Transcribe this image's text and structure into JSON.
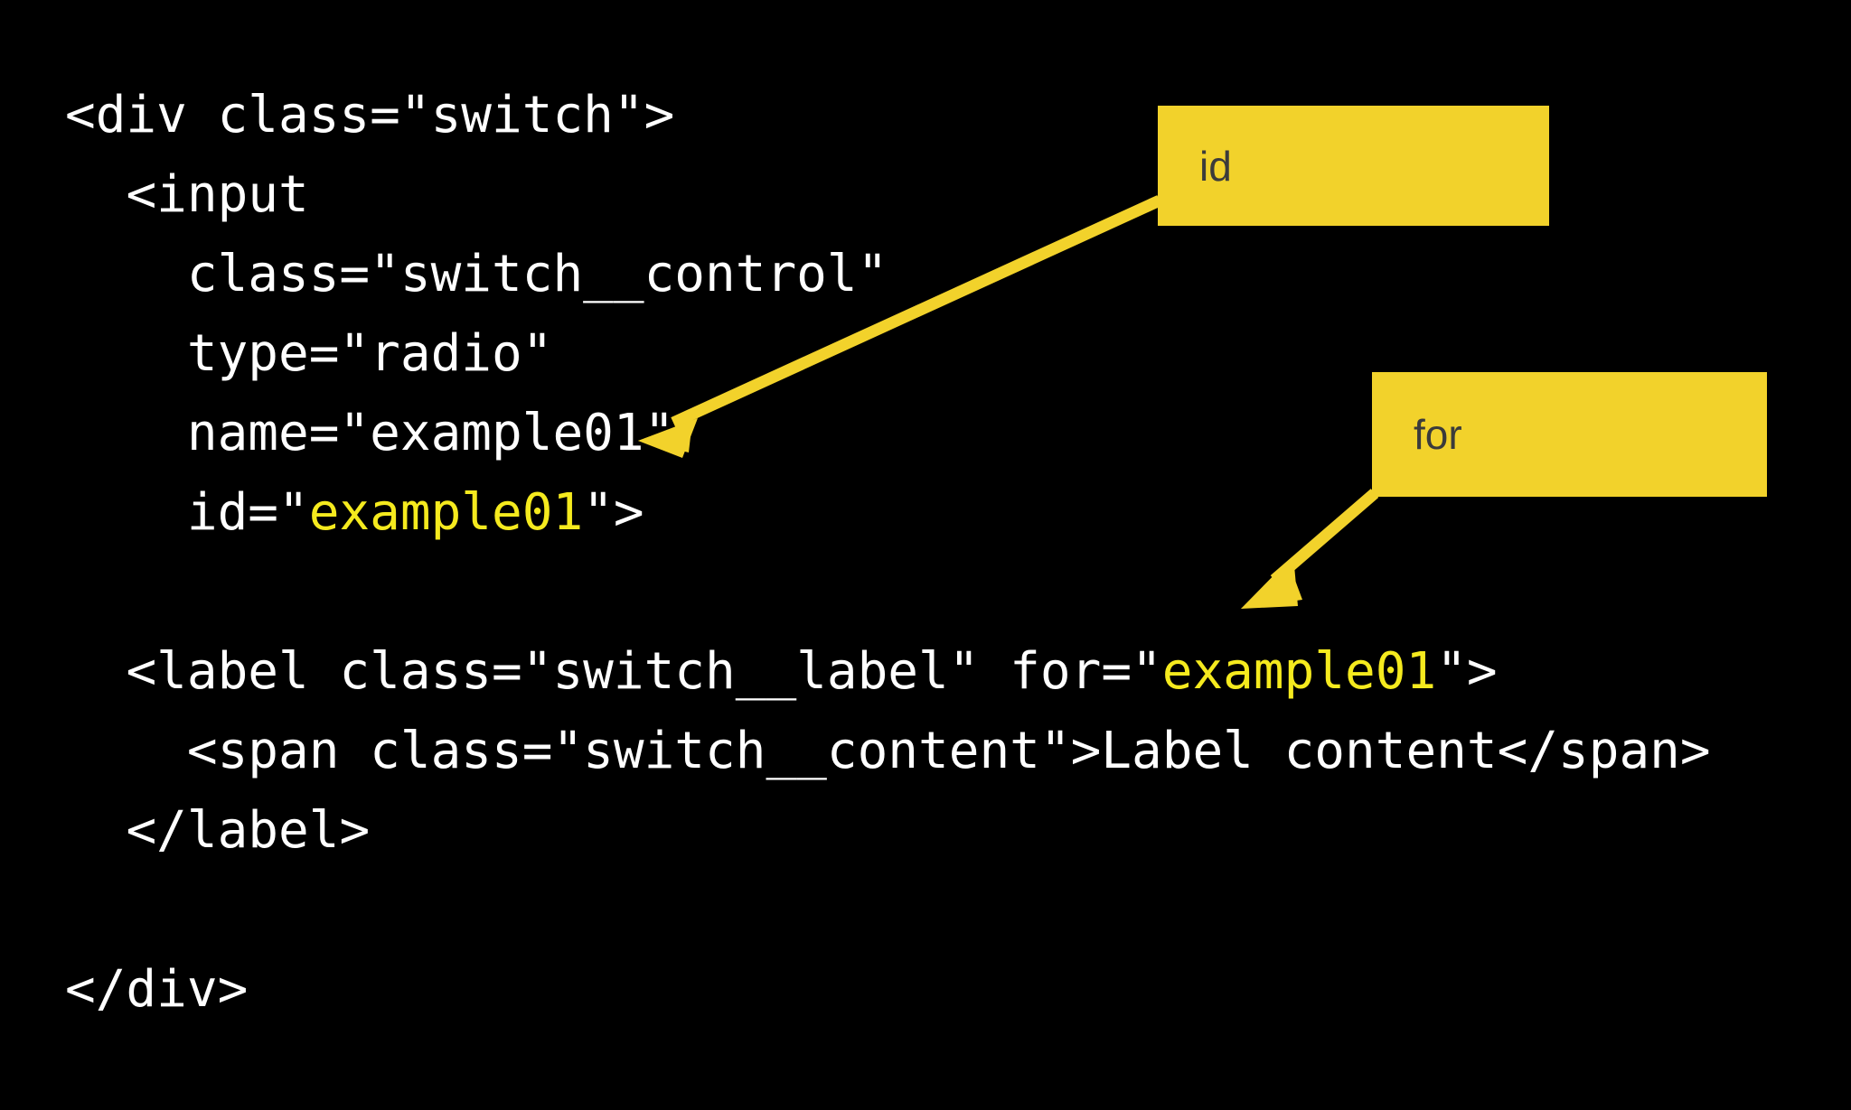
{
  "slide": {
    "background_color": "#000000",
    "code_text_color": "#FFFFFF",
    "highlight_text_color": "#F5EA1E",
    "callout_background_color": "#F2D22B",
    "callout_text_color": "#3B3B3B",
    "arrow_color": "#F2D22B"
  },
  "code": {
    "language": "html",
    "lines": [
      {
        "indent": "",
        "segments": [
          {
            "text": "<div class=\"switch\">",
            "highlight": false
          }
        ]
      },
      {
        "indent": "  ",
        "segments": [
          {
            "text": "<input",
            "highlight": false
          }
        ]
      },
      {
        "indent": "    ",
        "segments": [
          {
            "text": "class=\"switch__control\"",
            "highlight": false
          }
        ]
      },
      {
        "indent": "    ",
        "segments": [
          {
            "text": "type=\"radio\"",
            "highlight": false
          }
        ]
      },
      {
        "indent": "    ",
        "segments": [
          {
            "text": "name=\"example01\"",
            "highlight": false
          }
        ]
      },
      {
        "indent": "    ",
        "segments": [
          {
            "text": "id=\"",
            "highlight": false
          },
          {
            "text": "example01",
            "highlight": true
          },
          {
            "text": "\">",
            "highlight": false
          }
        ]
      },
      {
        "indent": "",
        "segments": []
      },
      {
        "indent": "  ",
        "segments": [
          {
            "text": "<label class=\"switch__label\" for=\"",
            "highlight": false
          },
          {
            "text": "example01",
            "highlight": true
          },
          {
            "text": "\">",
            "highlight": false
          }
        ]
      },
      {
        "indent": "    ",
        "segments": [
          {
            "text": "<span class=\"switch__content\">Label content</span>",
            "highlight": false
          }
        ]
      },
      {
        "indent": "  ",
        "segments": [
          {
            "text": "</label>",
            "highlight": false
          }
        ]
      },
      {
        "indent": "",
        "segments": []
      },
      {
        "indent": "",
        "segments": [
          {
            "text": "</div>",
            "highlight": false
          }
        ]
      }
    ]
  },
  "callouts": [
    {
      "id": "id",
      "label": "id",
      "points_to": "id attribute value on the input element"
    },
    {
      "id": "for",
      "label": "for",
      "points_to": "for attribute value on the label element"
    }
  ]
}
